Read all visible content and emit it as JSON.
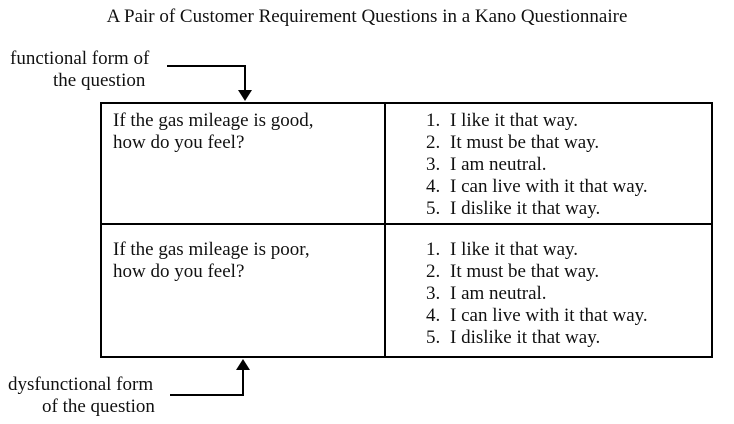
{
  "title": "A Pair of Customer Requirement Questions in a Kano Questionnaire",
  "colors": {
    "text": "#111111",
    "line": "#000000",
    "background": "#ffffff"
  },
  "annotations": {
    "functional": {
      "line1": "functional form of",
      "line2": "the question"
    },
    "dysfunctional": {
      "line1": "dysfunctional form",
      "line2": "of the question"
    }
  },
  "table": {
    "rows": [
      {
        "question": "If the gas mileage is good,\nhow do you feel?",
        "options": [
          {
            "num": "1.",
            "text": "I like it that way."
          },
          {
            "num": "2.",
            "text": "It must be that way."
          },
          {
            "num": "3.",
            "text": "I am neutral."
          },
          {
            "num": "4.",
            "text": "I can live with it that way."
          },
          {
            "num": "5.",
            "text": "I dislike it that way."
          }
        ]
      },
      {
        "question": "If the gas mileage is poor,\nhow do you feel?",
        "options": [
          {
            "num": "1.",
            "text": "I like it that way."
          },
          {
            "num": "2.",
            "text": "It must be that way."
          },
          {
            "num": "3.",
            "text": "I am neutral."
          },
          {
            "num": "4.",
            "text": "I can live with it that way."
          },
          {
            "num": "5.",
            "text": "I dislike it that way."
          }
        ]
      }
    ]
  }
}
